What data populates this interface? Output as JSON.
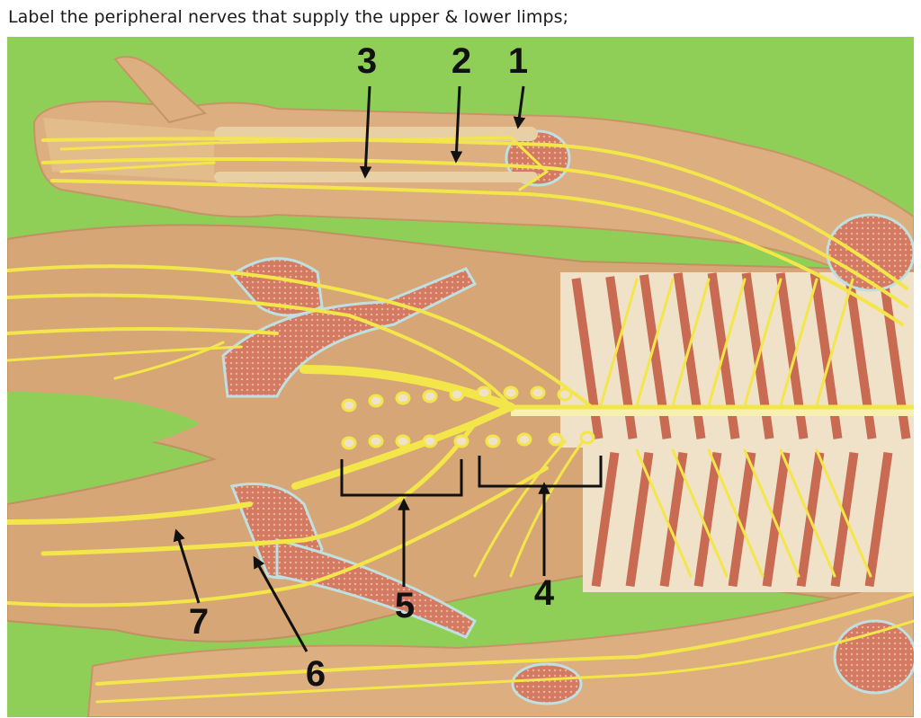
{
  "question": "Label the peripheral nerves that supply the upper & lower limps;",
  "figure": {
    "labels": [
      {
        "id": "label-1",
        "text": "1"
      },
      {
        "id": "label-2",
        "text": "2"
      },
      {
        "id": "label-3",
        "text": "3"
      },
      {
        "id": "label-4",
        "text": "4"
      },
      {
        "id": "label-5",
        "text": "5"
      },
      {
        "id": "label-6",
        "text": "6"
      },
      {
        "id": "label-7",
        "text": "7"
      }
    ]
  },
  "colors": {
    "background": "#8fcf58",
    "tissue": "#d8a878",
    "nerve": "#f3e64a",
    "bone": "#c96a52",
    "rib": "#f2e6d2",
    "arrow": "#111111"
  }
}
